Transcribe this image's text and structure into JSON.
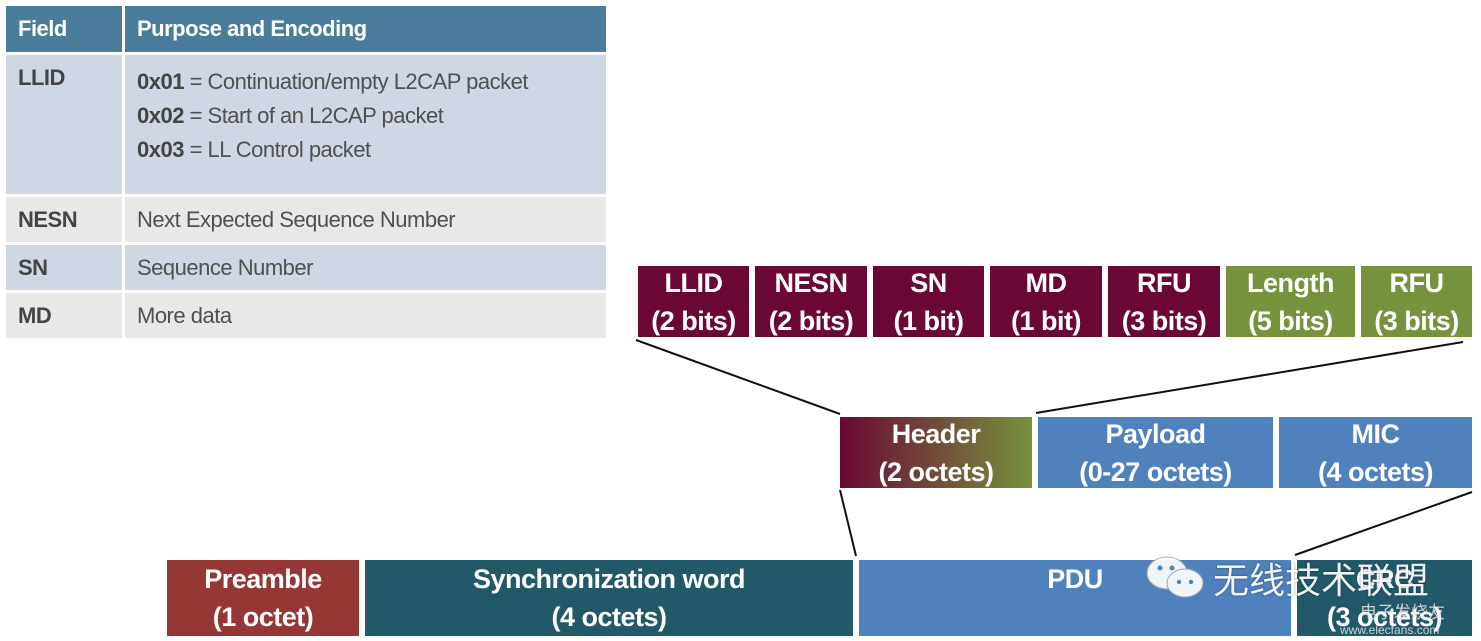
{
  "field_table": {
    "headers": [
      "Field",
      "Purpose and Encoding"
    ],
    "rows": [
      {
        "field": "LLID",
        "encodings": [
          {
            "code": "0x01",
            "text": " = Continuation/empty L2CAP packet"
          },
          {
            "code": "0x02",
            "text": " = Start of an L2CAP packet"
          },
          {
            "code": "0x03",
            "text": " = LL Control packet"
          }
        ]
      },
      {
        "field": "NESN",
        "purpose": "Next Expected Sequence Number"
      },
      {
        "field": "SN",
        "purpose": "Sequence Number"
      },
      {
        "field": "MD",
        "purpose": "More data"
      }
    ]
  },
  "header_bits": [
    {
      "name": "LLID",
      "size": "(2 bits)",
      "color": "#6b0735"
    },
    {
      "name": "NESN",
      "size": "(2 bits)",
      "color": "#6b0735"
    },
    {
      "name": "SN",
      "size": "(1 bit)",
      "color": "#6b0735"
    },
    {
      "name": "MD",
      "size": "(1 bit)",
      "color": "#6b0735"
    },
    {
      "name": "RFU",
      "size": "(3 bits)",
      "color": "#6b0735"
    },
    {
      "name": "Length",
      "size": "(5 bits)",
      "color": "#76923c"
    },
    {
      "name": "RFU",
      "size": "(3 bits)",
      "color": "#76923c"
    }
  ],
  "pdu_fields": [
    {
      "name": "Header",
      "size": "(2 octets)"
    },
    {
      "name": "Payload",
      "size": "(0-27 octets)"
    },
    {
      "name": "MIC",
      "size": "(4 octets)"
    }
  ],
  "packet_fields": [
    {
      "name": "Preamble",
      "size": "(1 octet)"
    },
    {
      "name": "Synchronization word",
      "size": "(4 octets)"
    },
    {
      "name": "PDU",
      "size": ""
    },
    {
      "name": "CRC",
      "size": "(3 octets)"
    }
  ],
  "watermarks": {
    "wechat_text": "无线技术联盟",
    "elecfans_cn": "电子发烧友",
    "elecfans_url": "www.elecfans.com"
  },
  "colors": {
    "header_table": "#4a7d9c",
    "maroon": "#6b0735",
    "olive": "#76923c",
    "blue": "#4f81bd",
    "teal": "#215968",
    "brick": "#953735"
  }
}
